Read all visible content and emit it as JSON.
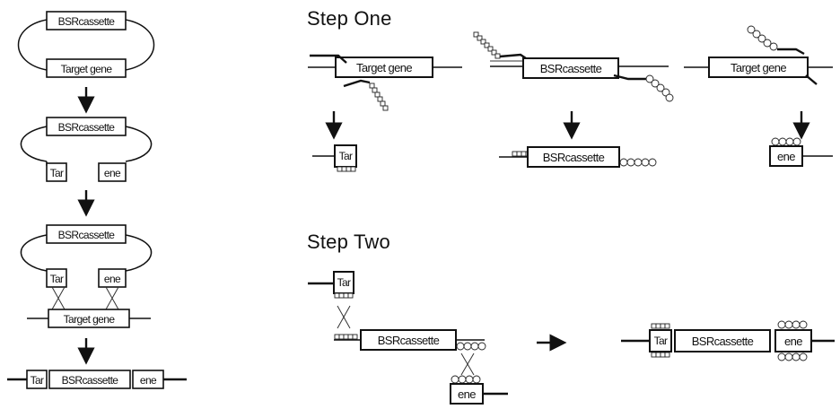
{
  "labels": {
    "bsr": "BSRcassette",
    "bsr_spaced": "BSRcassette",
    "target": "Target gene",
    "tar": "Tar",
    "ene": "ene"
  },
  "steps": {
    "one": "Step One",
    "two": "Step Two"
  }
}
